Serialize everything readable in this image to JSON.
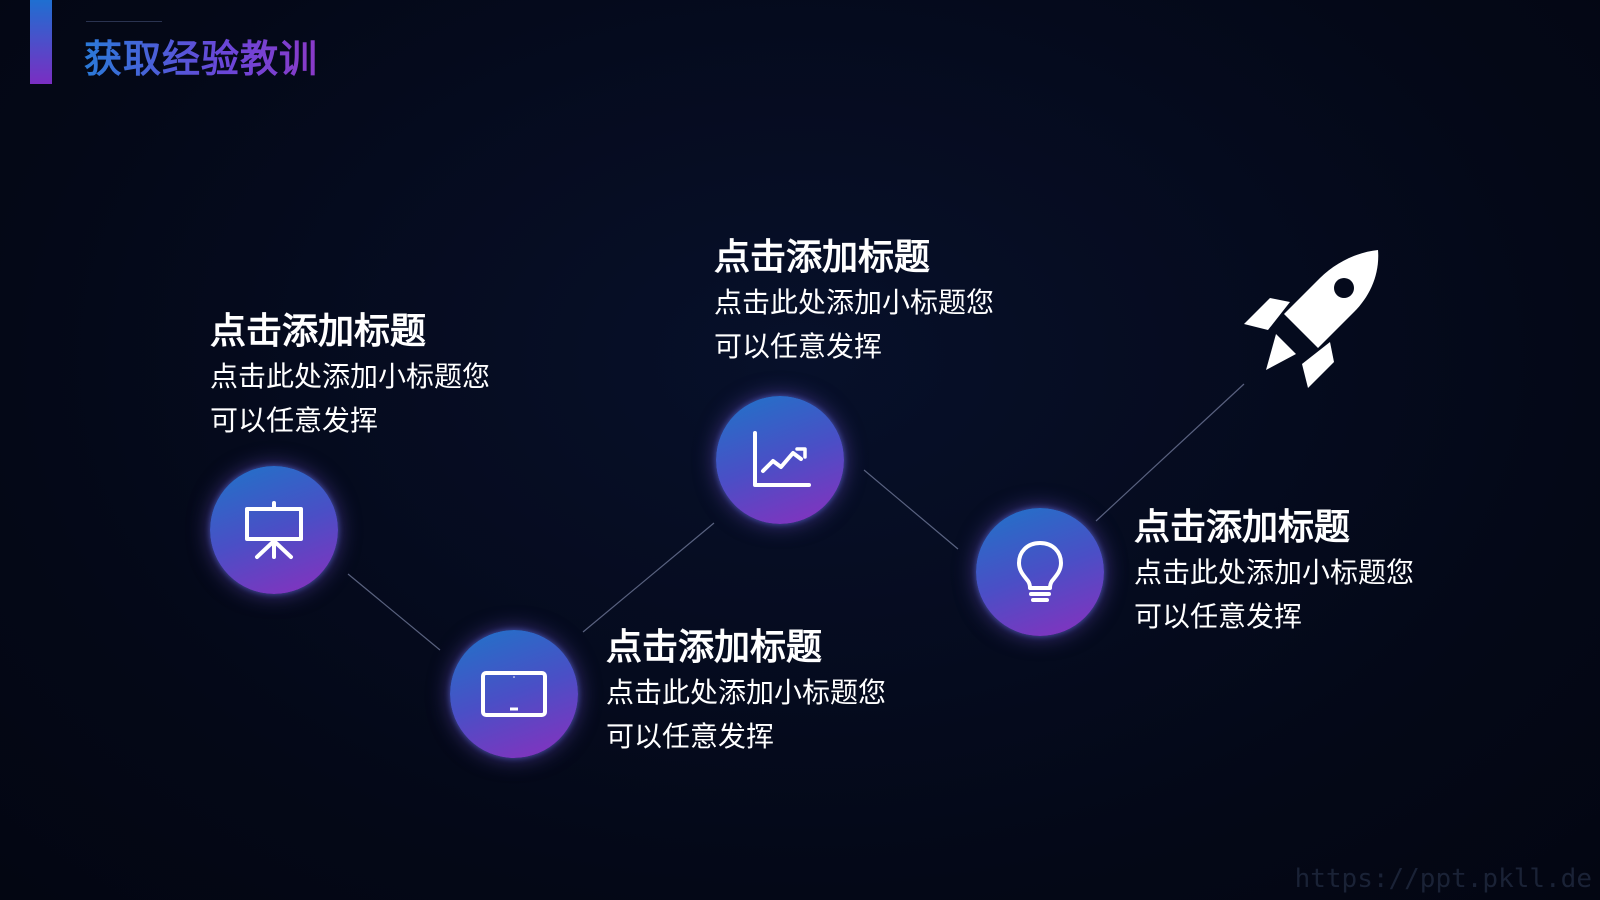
{
  "header": {
    "title": "获取经验教训"
  },
  "steps": [
    {
      "title": "点击添加标题",
      "desc_line1": "点击此处添加小标题您",
      "desc_line2": "可以任意发挥",
      "icon": "presentation-board-icon"
    },
    {
      "title": "点击添加标题",
      "desc_line1": "点击此处添加小标题您",
      "desc_line2": "可以任意发挥",
      "icon": "tablet-icon"
    },
    {
      "title": "点击添加标题",
      "desc_line1": "点击此处添加小标题您",
      "desc_line2": "可以任意发挥",
      "icon": "line-chart-icon"
    },
    {
      "title": "点击添加标题",
      "desc_line1": "点击此处添加小标题您",
      "desc_line2": "可以任意发挥",
      "icon": "lightbulb-icon"
    }
  ],
  "decoration": {
    "rocket_icon": "rocket-icon"
  },
  "watermark": "https://ppt.pkll.de",
  "colors": {
    "background": "#050a1c",
    "gradient_start": "#1f74c8",
    "gradient_end": "#8a2fbd",
    "text": "#ffffff"
  }
}
